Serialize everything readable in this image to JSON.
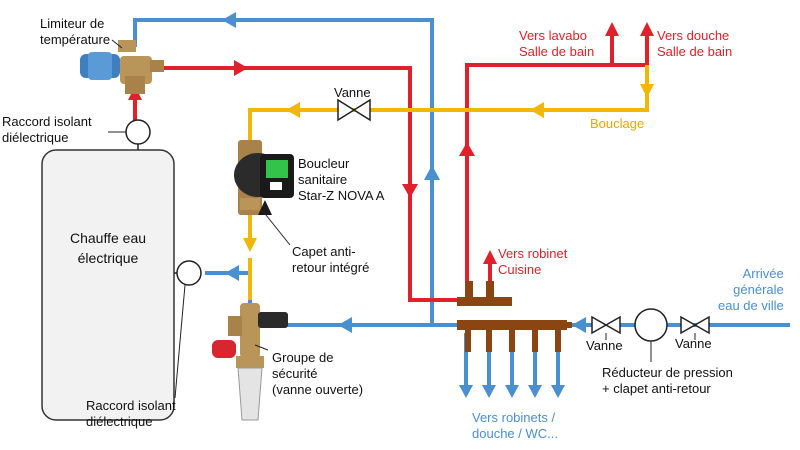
{
  "labels": {
    "temp_limiter": "Limiteur de\ntempérature",
    "insulating_top": "Raccord isolant\ndiélectrique",
    "tank": "Chauffe eau\nélectrique",
    "valve_top": "Vanne",
    "circulator": "Boucleur\nsanitaire\nStar-Z NOVA A",
    "check_valve": "Capet anti-\nretour intégré",
    "safety_group": "Groupe de\nsécurité\n(vanne ouverte)",
    "insulating_bottom": "Raccord isolant\ndiélectrique",
    "to_sink": "Vers lavabo\nSalle de bain",
    "to_shower": "Vers douche\nSalle de bain",
    "loop": "Bouclage",
    "to_kitchen": "Vers robinet\nCuisine",
    "outlets": "Vers robinets /\ndouche / WC...",
    "valve_left": "Vanne",
    "valve_right": "Vanne",
    "reducer": "Réducteur de pression\n+ clapet anti-retour",
    "supply": "Arrivée\ngénérale\neau de ville"
  },
  "colors": {
    "hot": "#e0202a",
    "cold": "#4a8fd0",
    "loop": "#f2b705",
    "collector": "#8b4513"
  }
}
